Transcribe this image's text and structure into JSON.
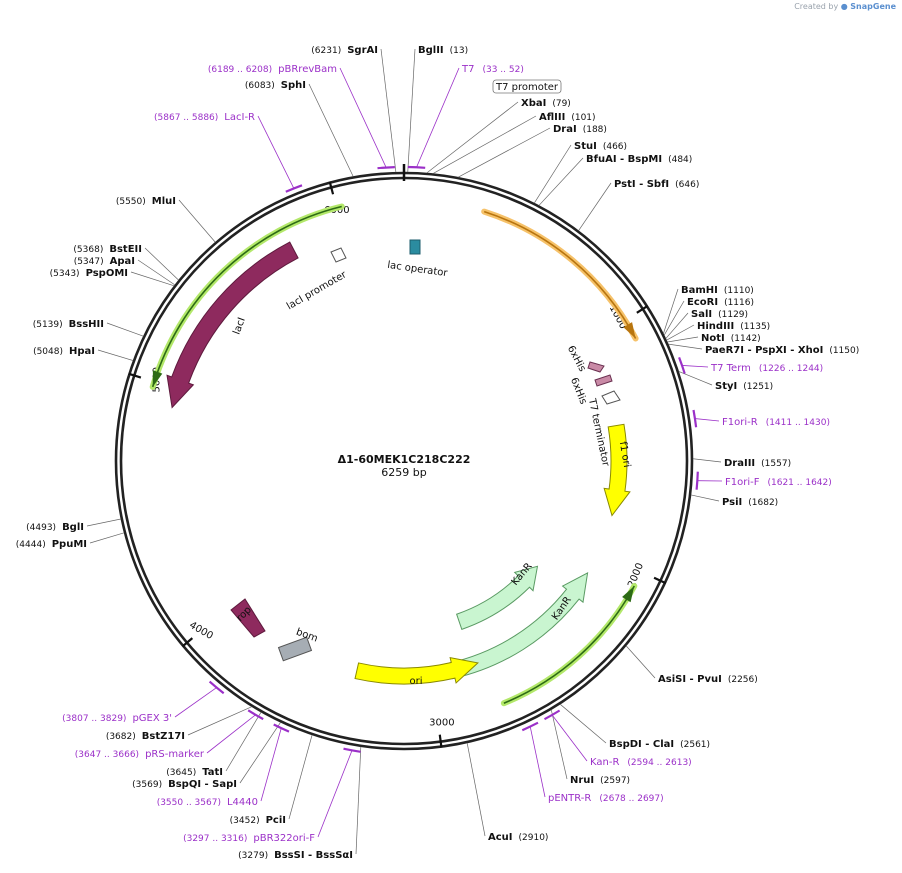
{
  "watermark": {
    "prefix": "Created by",
    "brand": "SnapGene"
  },
  "plasmid": {
    "name": "Δ1-60MEK1C218C222",
    "length_label": "6259 bp",
    "length": 6259
  },
  "ticks": [
    "1000",
    "2000",
    "3000",
    "4000",
    "5000",
    "6000"
  ],
  "enzymes": [
    {
      "name": "SgrAI",
      "pos": "(6231)",
      "site": 6231
    },
    {
      "name": "BglII",
      "pos": "(13)",
      "site": 13
    },
    {
      "name": "SphI",
      "pos": "(6083)",
      "site": 6083
    },
    {
      "name": "XbaI",
      "pos": "(79)",
      "site": 79
    },
    {
      "name": "AflIII",
      "pos": "(101)",
      "site": 101
    },
    {
      "name": "DraI",
      "pos": "(188)",
      "site": 188
    },
    {
      "name": "StuI",
      "pos": "(466)",
      "site": 466
    },
    {
      "name": "BfuAI - BspMI",
      "pos": "(484)",
      "site": 484
    },
    {
      "name": "PstI - SbfI",
      "pos": "(646)",
      "site": 646
    },
    {
      "name": "MluI",
      "pos": "(5550)",
      "site": 5550
    },
    {
      "name": "BstEII",
      "pos": "(5368)",
      "site": 5368
    },
    {
      "name": "ApaI",
      "pos": "(5347)",
      "site": 5347
    },
    {
      "name": "PspOMI",
      "pos": "(5343)",
      "site": 5343
    },
    {
      "name": "BssHII",
      "pos": "(5139)",
      "site": 5139
    },
    {
      "name": "HpaI",
      "pos": "(5048)",
      "site": 5048
    },
    {
      "name": "BamHI",
      "pos": "(1110)",
      "site": 1110
    },
    {
      "name": "EcoRI",
      "pos": "(1116)",
      "site": 1116
    },
    {
      "name": "SalI",
      "pos": "(1129)",
      "site": 1129
    },
    {
      "name": "HindIII",
      "pos": "(1135)",
      "site": 1135
    },
    {
      "name": "NotI",
      "pos": "(1142)",
      "site": 1142
    },
    {
      "name": "PaeR7I - PspXI - XhoI",
      "pos": "(1150)",
      "site": 1150
    },
    {
      "name": "StyI",
      "pos": "(1251)",
      "site": 1251
    },
    {
      "name": "DraIII",
      "pos": "(1557)",
      "site": 1557
    },
    {
      "name": "PsiI",
      "pos": "(1682)",
      "site": 1682
    },
    {
      "name": "BglI",
      "pos": "(4493)",
      "site": 4493
    },
    {
      "name": "PpuMI",
      "pos": "(4444)",
      "site": 4444
    },
    {
      "name": "AsiSI - PvuI",
      "pos": "(2256)",
      "site": 2256
    },
    {
      "name": "BspDI - ClaI",
      "pos": "(2561)",
      "site": 2561
    },
    {
      "name": "NruI",
      "pos": "(2597)",
      "site": 2597
    },
    {
      "name": "AcuI",
      "pos": "(2910)",
      "site": 2910
    },
    {
      "name": "BstZ17I",
      "pos": "(3682)",
      "site": 3682
    },
    {
      "name": "TatI",
      "pos": "(3645)",
      "site": 3645
    },
    {
      "name": "BspQI - SapI",
      "pos": "(3569)",
      "site": 3569
    },
    {
      "name": "PciI",
      "pos": "(3452)",
      "site": 3452
    },
    {
      "name": "BssSI - BssSαI",
      "pos": "(3279)",
      "site": 3279
    }
  ],
  "primers": [
    {
      "name": "pBRrevBam",
      "range": "(6189 .. 6208)",
      "start": 6189,
      "end": 6208
    },
    {
      "name": "T7",
      "range": "(33 .. 52)",
      "start": 33,
      "end": 52
    },
    {
      "name": "LacI-R",
      "range": "(5867 .. 5886)",
      "start": 5867,
      "end": 5886
    },
    {
      "name": "T7 Term",
      "range": "(1226 .. 1244)",
      "start": 1226,
      "end": 1244
    },
    {
      "name": "F1ori-R",
      "range": "(1411 .. 1430)",
      "start": 1411,
      "end": 1430
    },
    {
      "name": "F1ori-F",
      "range": "(1621 .. 1642)",
      "start": 1621,
      "end": 1642
    },
    {
      "name": "Kan-R",
      "range": "(2594 .. 2613)",
      "start": 2594,
      "end": 2613
    },
    {
      "name": "pENTR-R",
      "range": "(2678 .. 2697)",
      "start": 2678,
      "end": 2697
    },
    {
      "name": "pGEX 3'",
      "range": "(3807 .. 3829)",
      "start": 3807,
      "end": 3829
    },
    {
      "name": "pRS-marker",
      "range": "(3647 .. 3666)",
      "start": 3647,
      "end": 3666
    },
    {
      "name": "L4440",
      "range": "(3550 .. 3567)",
      "start": 3550,
      "end": 3567
    },
    {
      "name": "pBR322ori-F",
      "range": "(3297 .. 3316)",
      "start": 3297,
      "end": 3316
    }
  ],
  "features": [
    {
      "name": "T7 promoter"
    },
    {
      "name": "lac operator"
    },
    {
      "name": "lacI promoter"
    },
    {
      "name": "lacI"
    },
    {
      "name": "6xHis"
    },
    {
      "name": "6xHis"
    },
    {
      "name": "T7 terminator"
    },
    {
      "name": "f1 ori"
    },
    {
      "name": "KanR"
    },
    {
      "name": "KanR"
    },
    {
      "name": "ori"
    },
    {
      "name": "rop"
    },
    {
      "name": "bom"
    }
  ],
  "colors": {
    "backbone": "#222222",
    "primer": "#9b30c8",
    "lacI": "#8e2a5e",
    "kanR": "#c9f5d0",
    "ori": "#ffff00",
    "insert": "#f0a020",
    "highlight": "#b3e86a",
    "bom": "#a6adb4",
    "operator": "#2b8ca0"
  }
}
